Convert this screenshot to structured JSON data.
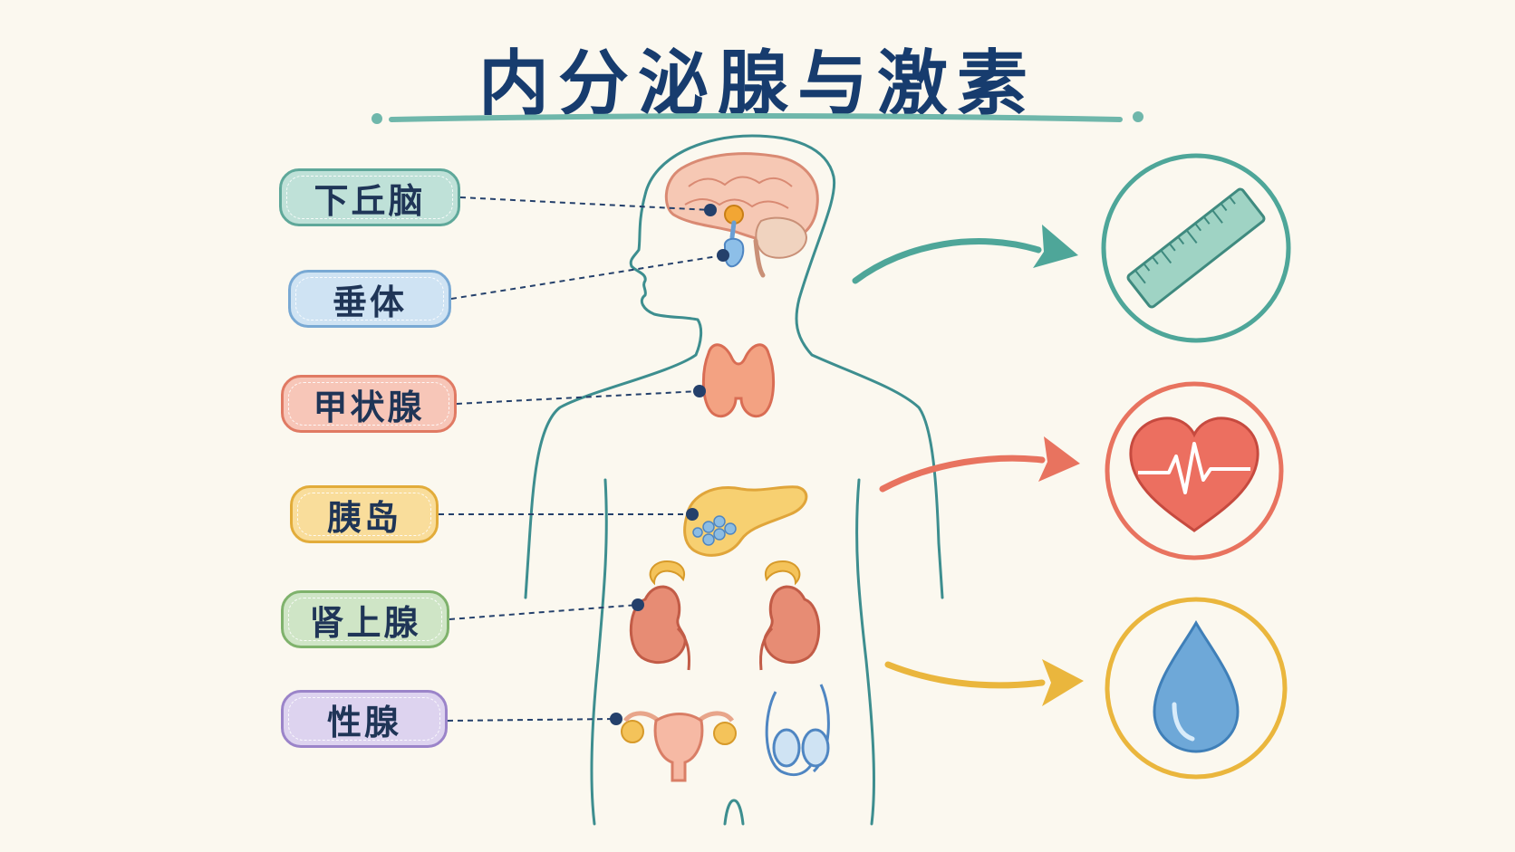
{
  "title": "内分泌腺与激素",
  "glands": [
    {
      "label": "下丘脑",
      "color": "#5fa89a"
    },
    {
      "label": "垂体",
      "color": "#79a9d4"
    },
    {
      "label": "甲状腺",
      "color": "#e07a63"
    },
    {
      "label": "胰岛",
      "color": "#e2ac3a"
    },
    {
      "label": "肾上腺",
      "color": "#7fb26c"
    },
    {
      "label": "性腺",
      "color": "#9b84c9"
    }
  ],
  "effects": [
    {
      "icon": "ruler-icon",
      "color": "#4ea699"
    },
    {
      "icon": "heart-heartbeat-icon",
      "color": "#e8735f"
    },
    {
      "icon": "water-drop-icon",
      "color": "#eab63d"
    }
  ],
  "colors": {
    "title": "#173c6e",
    "body_outline": "#3d8e8f",
    "leader_line": "#24406b",
    "background": "#fbf8ef"
  }
}
